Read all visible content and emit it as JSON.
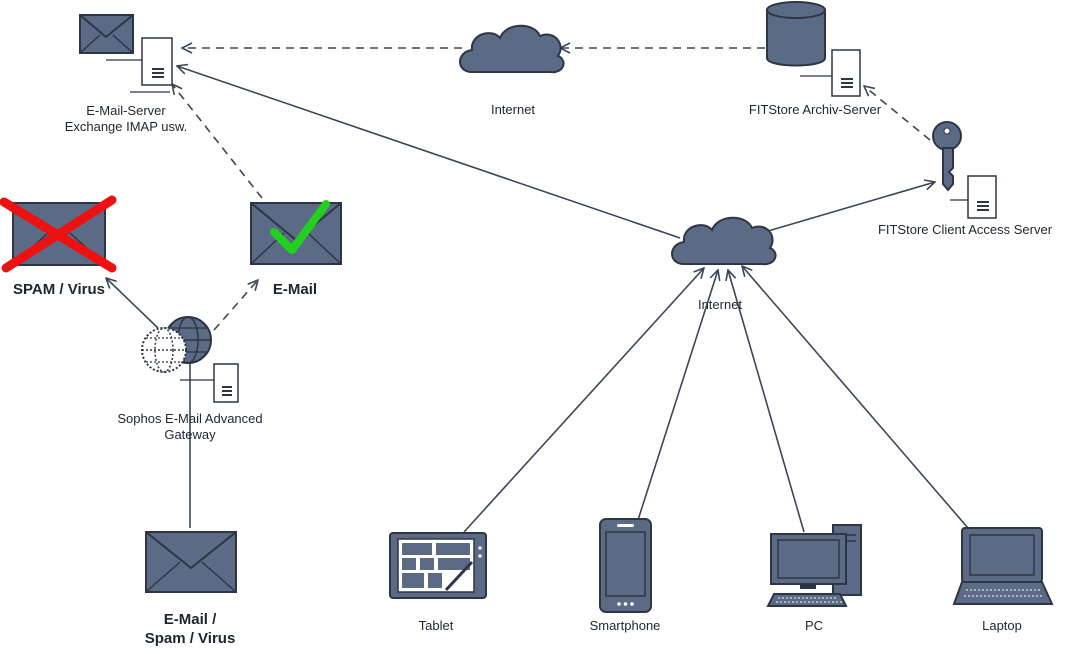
{
  "colors": {
    "device_fill": "#5c6b85",
    "outline": "#2e3544",
    "line": "#3d4656",
    "check": "#22d11e",
    "cross": "#ee1111"
  },
  "nodes": {
    "mail_server": {
      "line1": "E-Mail-Server",
      "line2": "Exchange IMAP usw.",
      "icon": "envelope-server-icon"
    },
    "internet_top": {
      "label": "Internet",
      "icon": "cloud-icon"
    },
    "archive_server": {
      "label": "FITStore Archiv-Server",
      "icon": "database-server-icon"
    },
    "client_access_server": {
      "label": "FITStore Client Access Server",
      "icon": "key-server-icon"
    },
    "internet_mid": {
      "label": "Internet",
      "icon": "cloud-icon"
    },
    "spam": {
      "label": "SPAM / Virus",
      "icon": "envelope-crossed-icon"
    },
    "email_ok": {
      "label": "E-Mail",
      "icon": "envelope-check-icon"
    },
    "gateway": {
      "line1": "Sophos E-Mail Advanced",
      "line2": "Gateway",
      "icon": "globe-server-icon"
    },
    "incoming": {
      "line1": "E-Mail /",
      "line2": "Spam / Virus",
      "icon": "envelope-icon"
    },
    "tablet": {
      "label": "Tablet",
      "icon": "tablet-icon"
    },
    "smartphone": {
      "label": "Smartphone",
      "icon": "smartphone-icon"
    },
    "pc": {
      "label": "PC",
      "icon": "desktop-pc-icon"
    },
    "laptop": {
      "label": "Laptop",
      "icon": "laptop-icon"
    }
  }
}
